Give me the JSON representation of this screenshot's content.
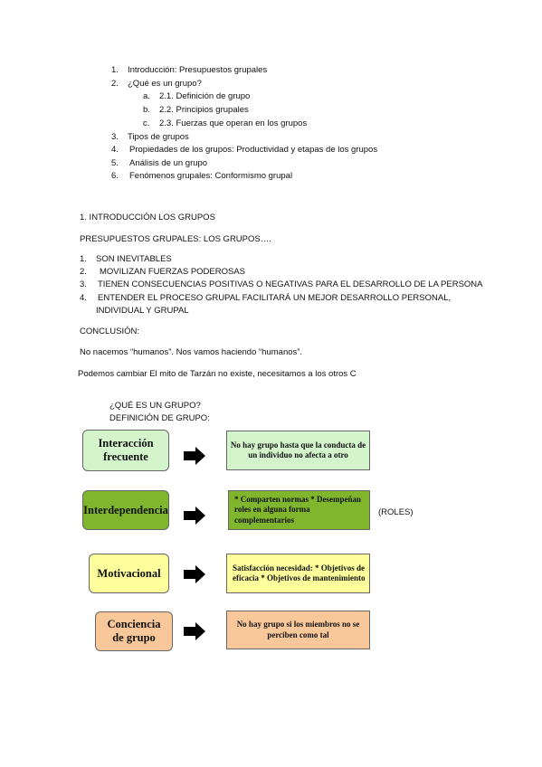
{
  "toc": {
    "items": [
      {
        "num": "1.",
        "text": "Introducción: Presupuestos grupales"
      },
      {
        "num": "2.",
        "text": "¿Qué es un grupo?"
      },
      {
        "num": "a.",
        "text": "2.1. Definición de grupo"
      },
      {
        "num": "b.",
        "text": "2.2. Principios grupales"
      },
      {
        "num": "c.",
        "text": "2.3. Fuerzas que operan en los grupos"
      },
      {
        "num": "3.",
        "text": "Tipos de grupos"
      },
      {
        "num": "4.",
        "text": "Propiedades de los grupos: Productividad y etapas de los grupos"
      },
      {
        "num": "5.",
        "text": "Análisis de un grupo"
      },
      {
        "num": "6.",
        "text": "Fenómenos grupales: Conformismo grupal"
      }
    ]
  },
  "section1": {
    "heading": "1. INTRODUCCIÓN LOS GRUPOS",
    "subheading": "PRESUPUESTOS GRUPALES: LOS GRUPOS….",
    "list": [
      {
        "num": "1.",
        "text": "SON INEVITABLES"
      },
      {
        "num": "2.",
        "text": "MOVILIZAN FUERZAS PODEROSAS"
      },
      {
        "num": "3.",
        "text": "TIENEN CONSECUENCIAS POSITIVAS O NEGATIVAS PARA EL DESARROLLO DE LA PERSONA"
      },
      {
        "num": "4.",
        "text": "ENTENDER EL PROCESO GRUPAL FACILITARÁ UN MEJOR DESARROLLO PERSONAL,",
        "cont": "INDIVIDUAL Y GRUPAL"
      }
    ],
    "conclusion_label": "CONCLUSIÓN:",
    "conclusion_text": "No nacemos “humanos”. Nos vamos haciendo “humanos”.",
    "extra_text": "Podemos cambiar El mito de Tarzán no existe, necesitamos a los otros C"
  },
  "section2": {
    "heading_line1": "¿QUÉ ES UN GRUPO?",
    "heading_line2": "DEFINICIÓN DE GRUPO:"
  },
  "diagram": {
    "rows": [
      {
        "left": "Interacción\nfrecuente",
        "right": "No hay grupo hasta que la conducta\nde un individuo no afecta a otro",
        "left_color": "#d4f5cc",
        "right_color": "#d4f5cc"
      },
      {
        "left": "Interdependencia",
        "right": "* Comparten normas\n* Desempeñan roles en alguna\nforma complementarios",
        "left_color": "#7fb62e",
        "right_color": "#7fb62e",
        "note": "(ROLES)"
      },
      {
        "left": "Motivacional",
        "right": "Satisfacción necesidad:\n* Objetivos de eficacia\n* Objetivos de mantenimiento",
        "left_color": "#fefe9c",
        "right_color": "#fefe9c"
      },
      {
        "left": "Conciencia\nde grupo",
        "right": "No hay grupo si los miembros no\nse perciben como tal",
        "left_color": "#f9c89a",
        "right_color": "#f9c89a"
      }
    ],
    "arrow_color": "#000000"
  }
}
